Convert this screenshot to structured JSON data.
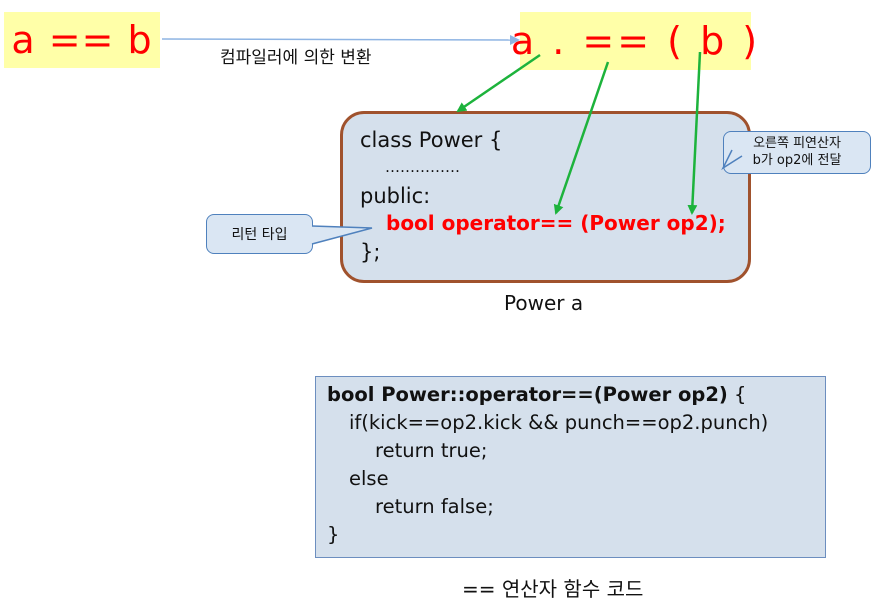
{
  "source_expr": "a == b",
  "converted_expr": "a . == ( b )",
  "conversion_label": "컴파일러에 의한 변환",
  "class_code": {
    "line1": "class Power {",
    "line2": "……………",
    "line3": "public:",
    "line4": "bool operator== (Power op2);",
    "line5": "};"
  },
  "instance_label": "Power a",
  "callouts": {
    "operand_line1": "오른쪽 피연산자",
    "operand_line2": "b가 op2에 전달",
    "return_type": "리턴 타입"
  },
  "function_code": {
    "line1_bold": "bool Power::operator==(Power op2)",
    "line1_rest": " {",
    "line2": "if(kick==op2.kick && punch==op2.punch)",
    "line3": "return true;",
    "line4": "else",
    "line5": "return false;",
    "line6": "}"
  },
  "function_caption": "== 연산자 함수 코드",
  "colors": {
    "highlight_bg": "#ffffa8",
    "red_text": "#ff0000",
    "box_fill": "#d5e0ec",
    "class_border": "#a0522d",
    "arrow_green": "#1db33c",
    "arrow_blue": "#8eb4e3",
    "callout_border": "#4f81bd"
  }
}
